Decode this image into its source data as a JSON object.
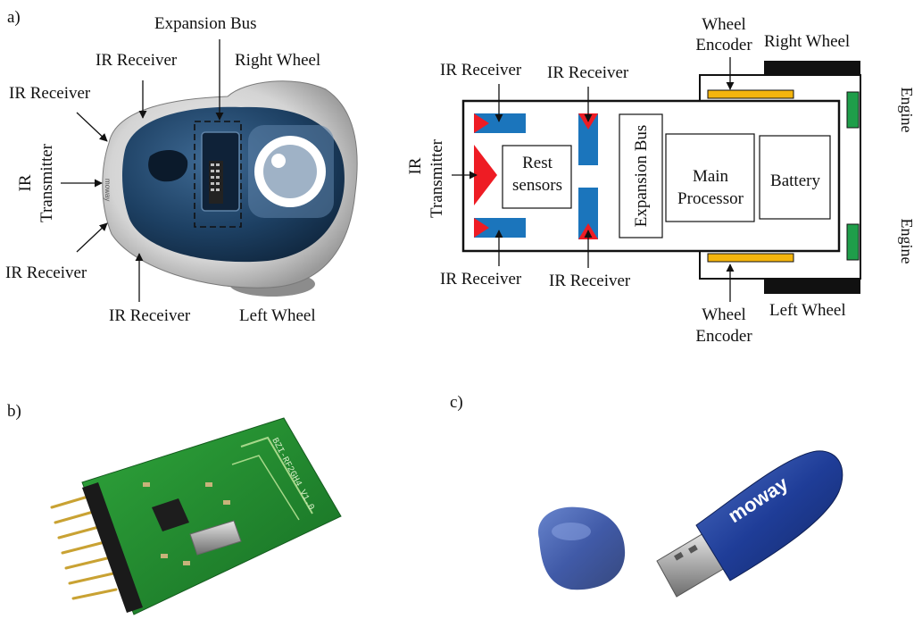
{
  "panel_labels": {
    "a": "a)",
    "b": "b)",
    "c": "c)"
  },
  "photo_a": {
    "expansion_bus": "Expansion Bus",
    "ir_receiver_top": "IR Receiver",
    "right_wheel": "Right Wheel",
    "ir_receiver_left_top": "IR Receiver",
    "ir_transmitter_line1": "IR",
    "ir_transmitter_line2": "Transmitter",
    "ir_receiver_left_bottom": "IR Receiver",
    "ir_receiver_bottom": "IR Receiver",
    "left_wheel": "Left Wheel",
    "logo": "moway"
  },
  "schematic": {
    "wheel_encoder_top_line1": "Wheel",
    "wheel_encoder_top_line2": "Encoder",
    "right_wheel": "Right Wheel",
    "ir_receiver_tl": "IR Receiver",
    "ir_receiver_tm": "IR Receiver",
    "engine_top": "Engine",
    "ir_transmitter_line1": "IR",
    "ir_transmitter_line2": "Transmitter",
    "rest_sensors_line1": "Rest",
    "rest_sensors_line2": "sensors",
    "expansion_bus": "Expansion Bus",
    "main_processor_line1": "Main",
    "main_processor_line2": "Processor",
    "battery": "Battery",
    "engine_bottom": "Engine",
    "ir_receiver_bl": "IR Receiver",
    "ir_receiver_bm": "IR Receiver",
    "wheel_encoder_bottom_line1": "Wheel",
    "wheel_encoder_bottom_line2": "Encoder",
    "left_wheel": "Left Wheel"
  },
  "photo_b": {
    "board_text": "BZI-RF2GH4 V1.0"
  },
  "photo_c": {
    "usb_logo": "moway"
  },
  "colors": {
    "red": "#ee1c24",
    "blue": "#1b75bc",
    "yellow": "#f5b50d",
    "green": "#1f9e4a",
    "navy": "#1d4063",
    "pcb": "#1f8a2e"
  }
}
